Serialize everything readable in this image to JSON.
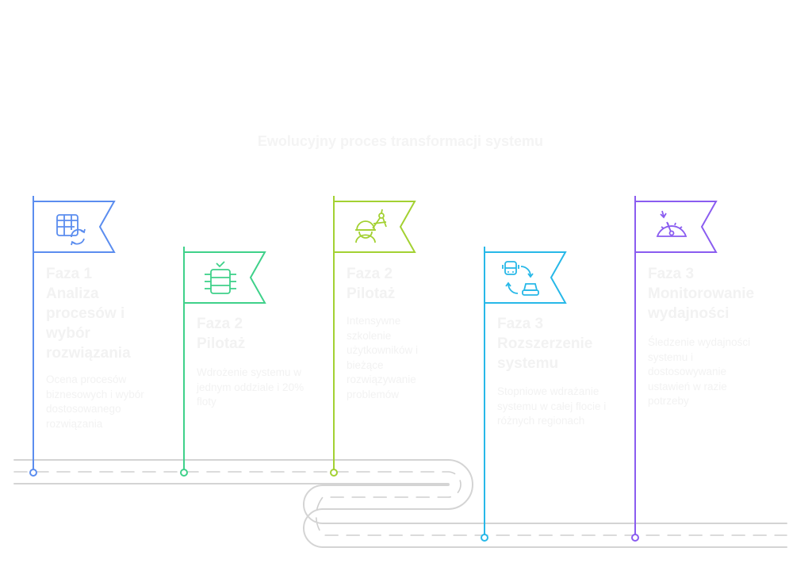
{
  "title": "Ewolucyjny proces transformacji systemu",
  "phases": [
    {
      "heading": "Faza 1\nAnaliza\nprocesów i\nwybór\nrozwiązania",
      "description": "Ocena procesów biznesowych i wybór dostosowanego rozwiązania",
      "color": "#5b8def",
      "icon": "spreadsheet-refresh-icon"
    },
    {
      "heading": "Faza 2\nPilotaż",
      "description": "Wdrożenie systemu w jednym oddziale i 20% floty",
      "color": "#3fd18a",
      "icon": "server-check-icon"
    },
    {
      "heading": "Faza 2\nPilotaż",
      "description": "Intensywne szkolenie użytkowników i bieżące rozwiązywanie problemów",
      "color": "#a3d132",
      "icon": "engineer-compass-icon"
    },
    {
      "heading": "Faza 3\nRozszerzenie\nsystemu",
      "description": "Stopniowe wdrażanie systemu w całej flocie i różnych regionach",
      "color": "#27b8e8",
      "icon": "bus-car-transfer-icon"
    },
    {
      "heading": "Faza 3\nMonitorowanie\nwydajności",
      "description": "Śledzenie wydajności systemu i dostosowywanie ustawień w razie potrzeby",
      "color": "#8a5cf0",
      "icon": "speedometer-icon"
    }
  ],
  "road_color": "#d9d9d9"
}
